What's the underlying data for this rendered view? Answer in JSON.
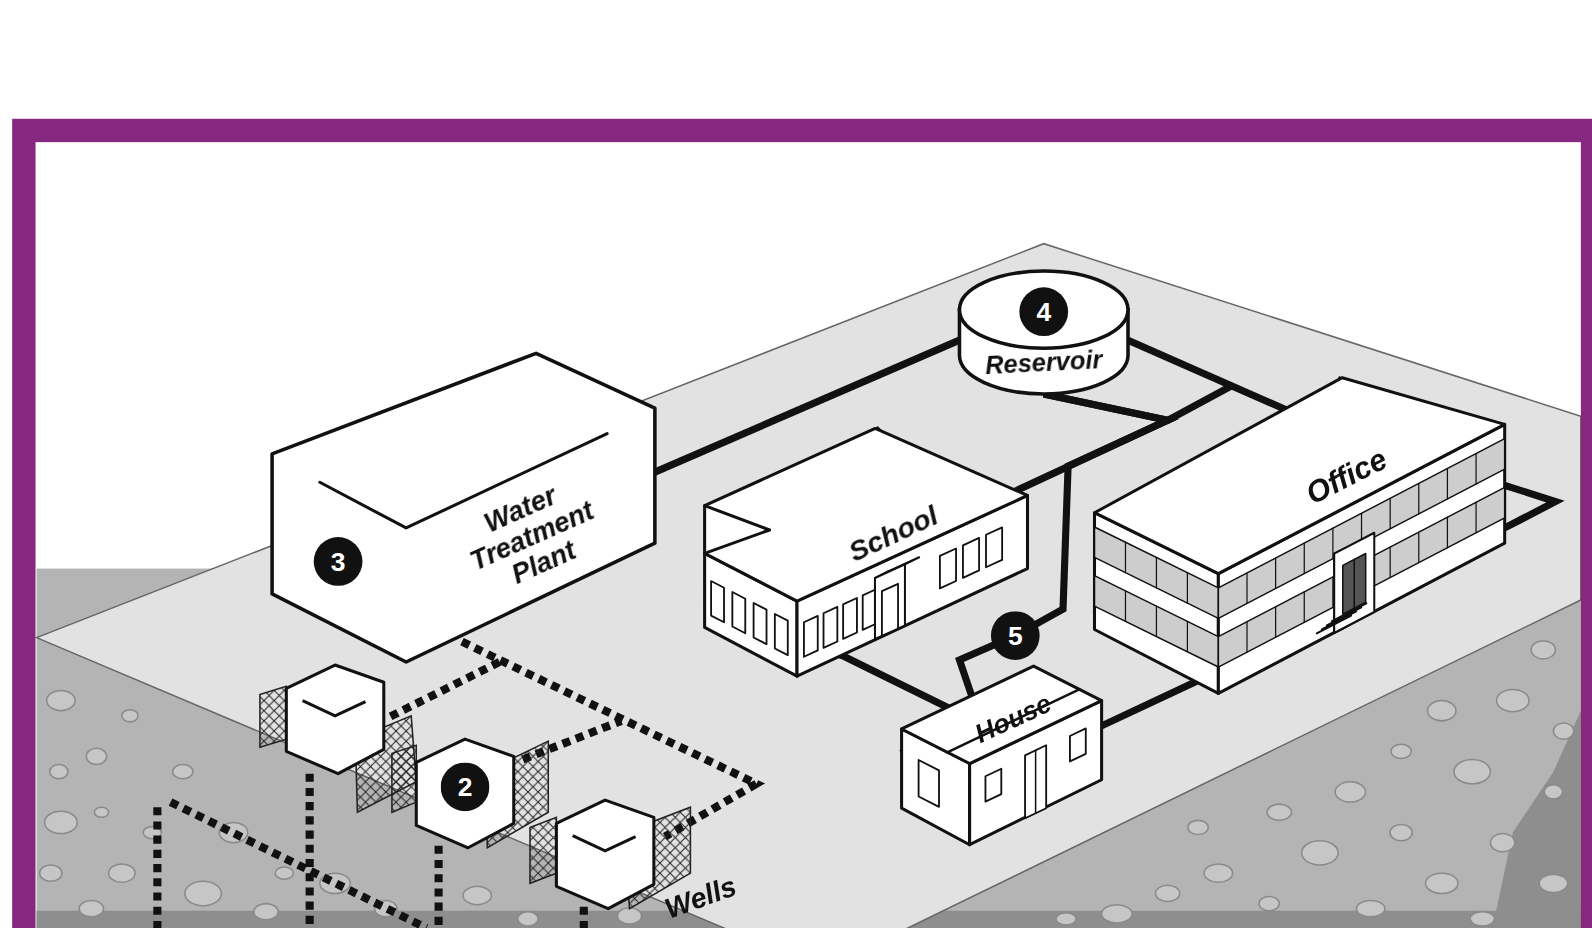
{
  "diagram": {
    "nodes": [
      {
        "text": [
          "4",
          "Reservoir"
        ]
      },
      {
        "text": [
          "3",
          "Water Treatment Plant"
        ]
      },
      {
        "text": [
          "Office"
        ]
      },
      {
        "text": [
          "School"
        ]
      },
      {
        "text": [
          "House"
        ]
      }
    ],
    "edges": [
      {
        "from": 1,
        "to": 0,
        "arrow": "none"
      },
      {
        "from": 0,
        "to": 2,
        "arrow": "none"
      },
      {
        "from": 0,
        "to": 3,
        "arrow": "none"
      },
      {
        "from": 0,
        "to": 4,
        "arrow": "none"
      },
      {
        "from": 3,
        "to": 4,
        "arrow": "none"
      },
      {
        "from": 4,
        "to": 2,
        "arrow": "none"
      }
    ],
    "labels": [
      "2",
      "5",
      "Wells"
    ]
  }
}
